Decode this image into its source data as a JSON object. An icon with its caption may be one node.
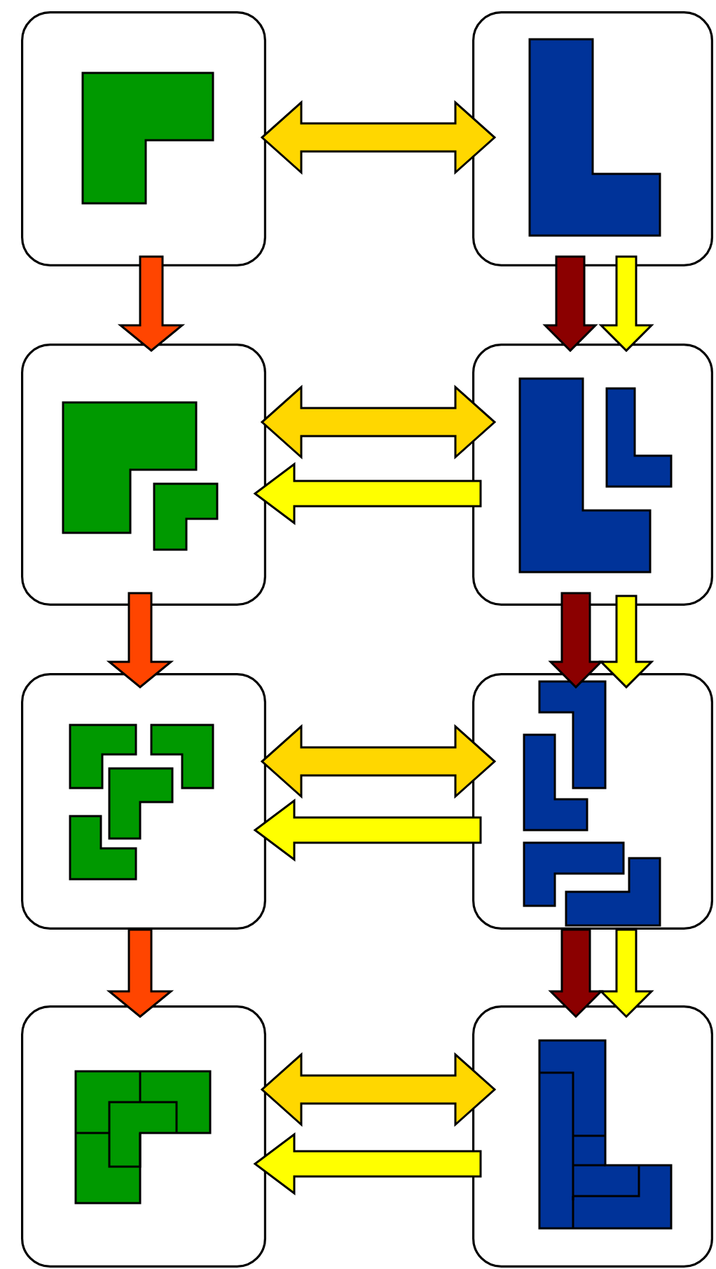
{
  "diagram": {
    "nodes": [
      {
        "text": [],
        "shape": "box"
      },
      {
        "text": [],
        "shape": "box"
      },
      {
        "text": [],
        "shape": "box"
      },
      {
        "text": [],
        "shape": "box"
      },
      {
        "text": [],
        "shape": "box"
      },
      {
        "text": [],
        "shape": "box"
      },
      {
        "text": [],
        "shape": "box"
      },
      {
        "text": [],
        "shape": "box"
      }
    ],
    "edges": [
      {
        "from": 0,
        "to": 1,
        "arrow": "both",
        "color": "#ffd700"
      },
      {
        "from": 0,
        "to": 2,
        "arrow": "to",
        "color": "#ff4500"
      },
      {
        "from": 1,
        "to": 3,
        "arrow": "to",
        "color": "#8b0000"
      },
      {
        "from": 1,
        "to": 3,
        "arrow": "to"
      },
      {
        "from": 2,
        "to": 3,
        "arrow": "both",
        "color": "#ffd700"
      },
      {
        "from": 3,
        "to": 2,
        "arrow": "to"
      },
      {
        "from": 2,
        "to": 4,
        "arrow": "to",
        "color": "#ff4500"
      },
      {
        "from": 3,
        "to": 5,
        "arrow": "to",
        "color": "#8b0000"
      },
      {
        "from": 3,
        "to": 5,
        "arrow": "to"
      },
      {
        "from": 4,
        "to": 5,
        "arrow": "both",
        "color": "#ffd700"
      },
      {
        "from": 5,
        "to": 4,
        "arrow": "to"
      },
      {
        "from": 4,
        "to": 6,
        "arrow": "to",
        "color": "#ff4500"
      },
      {
        "from": 5,
        "to": 7,
        "arrow": "to",
        "color": "#8b0000"
      },
      {
        "from": 5,
        "to": 7,
        "arrow": "to"
      },
      {
        "from": 6,
        "to": 7,
        "arrow": "both",
        "color": "#ffd700"
      },
      {
        "from": 7,
        "to": 6,
        "arrow": "to"
      }
    ]
  }
}
